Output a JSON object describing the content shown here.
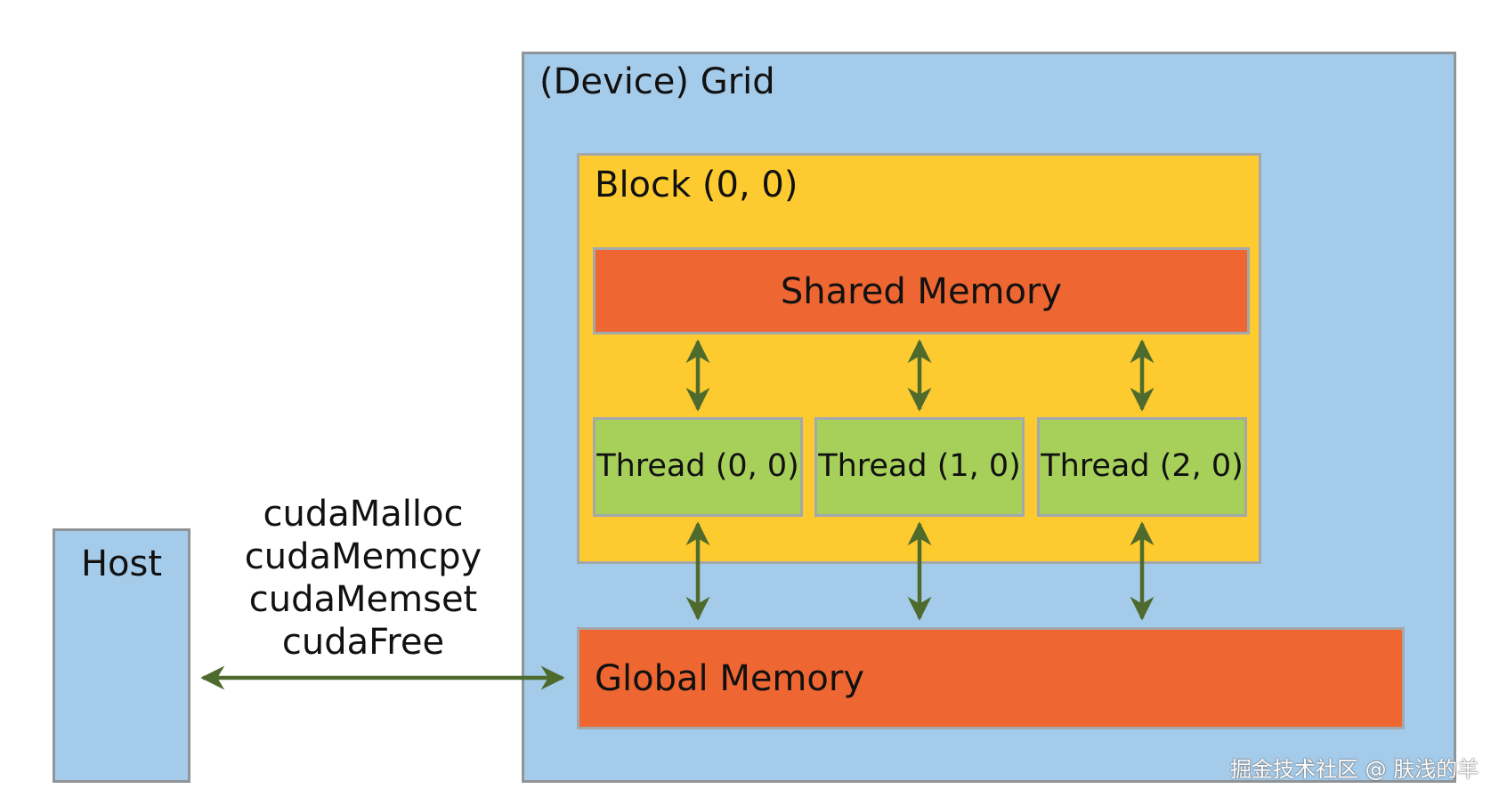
{
  "grid": {
    "title": "(Device) Grid"
  },
  "host": {
    "label": "Host"
  },
  "block": {
    "title": "Block (0, 0)"
  },
  "shared_memory": {
    "label": "Shared Memory"
  },
  "global_memory": {
    "label": "Global Memory"
  },
  "threads": [
    {
      "label": "Thread (0, 0)"
    },
    {
      "label": "Thread (1, 0)"
    },
    {
      "label": "Thread (2, 0)"
    }
  ],
  "api_calls": [
    "cudaMalloc",
    "cudaMemcpy",
    "cudaMemset",
    "cudaFree"
  ],
  "watermark": "掘金技术社区 @ 肤浅的羊",
  "colors": {
    "grid_fill": "#a4cbea",
    "block_fill": "#fdcb30",
    "memory_fill": "#ee6631",
    "thread_fill": "#a7d05b",
    "arrow": "#4e6a2c"
  }
}
